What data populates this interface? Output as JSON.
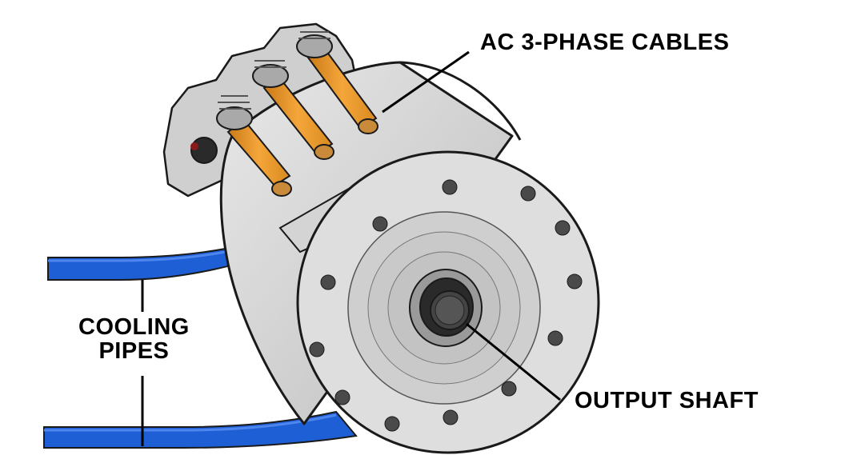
{
  "labels": {
    "cables": "AC 3-PHASE CABLES",
    "shaft": "OUTPUT SHAFT",
    "cooling_line1": "COOLING",
    "cooling_line2": "PIPES"
  },
  "colors": {
    "body": "#d9d9d9",
    "body_shade": "#c4c4c4",
    "flange": "#dedede",
    "inner_disc": "#cfcfcf",
    "cable": "#f2a033",
    "pipe": "#1f5fd6",
    "bolt": "#4a4a4a",
    "outline": "#1a1a1a"
  },
  "icons": {
    "flange_bolts": "hexagon-bolt-icon",
    "splined_shaft": "spline-shaft-icon"
  }
}
